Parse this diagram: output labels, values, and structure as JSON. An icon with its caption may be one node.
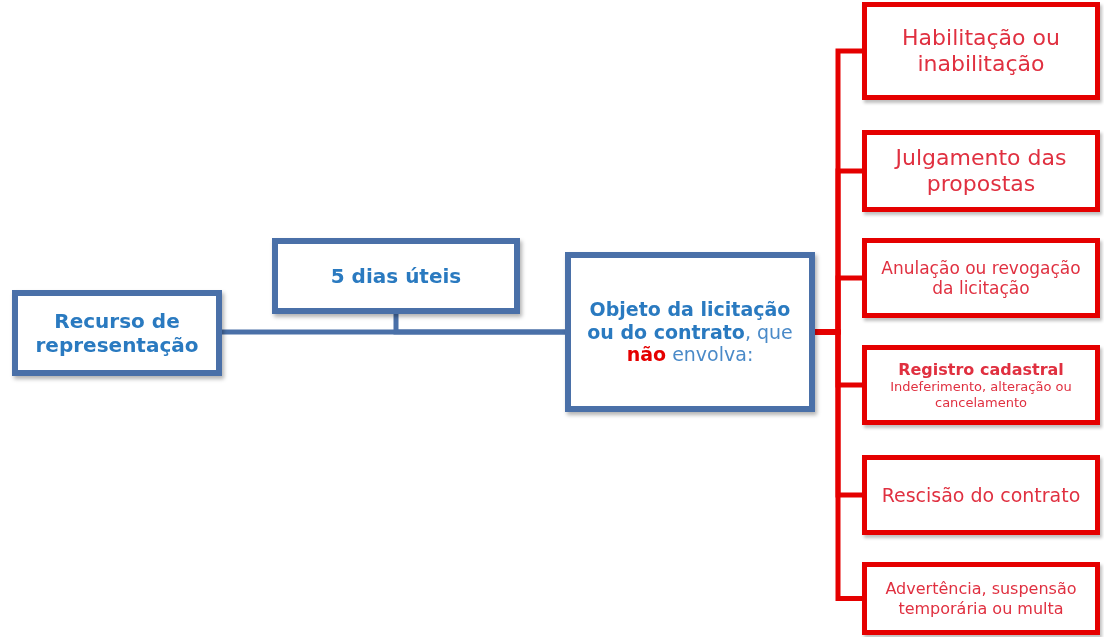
{
  "diagram": {
    "nodes": [
      {
        "text": [
          "Recurso de representação"
        ]
      },
      {
        "text": [
          "5 dias úteis"
        ]
      },
      {
        "text": [
          "**Objeto da licitação ou do contrato**, que **não** envolva:"
        ]
      },
      {
        "text": [
          "Habilitação ou inabilitação"
        ]
      },
      {
        "text": [
          "Julgamento das propostas"
        ]
      },
      {
        "text": [
          "Anulação ou revogação da licitação"
        ]
      },
      {
        "text": [
          "Registro cadastral",
          "Indeferimento, alteração ou cancelamento"
        ]
      },
      {
        "text": [
          "Rescisão do contrato"
        ]
      },
      {
        "text": [
          "Advertência, suspensão temporária ou multa"
        ]
      }
    ],
    "edges": [
      {
        "from": 0,
        "to": 2,
        "arrow": "none",
        "color": "#4a70a8"
      },
      {
        "from": 1,
        "to": 2,
        "arrow": "none",
        "color": "#4a70a8"
      },
      {
        "from": 2,
        "to": 3,
        "arrow": "none"
      },
      {
        "from": 2,
        "to": 4,
        "arrow": "none"
      },
      {
        "from": 2,
        "to": 5,
        "arrow": "none"
      },
      {
        "from": 2,
        "to": 6,
        "arrow": "none"
      },
      {
        "from": 2,
        "to": 7,
        "arrow": "none"
      },
      {
        "from": 2,
        "to": 8,
        "arrow": "none"
      }
    ]
  }
}
